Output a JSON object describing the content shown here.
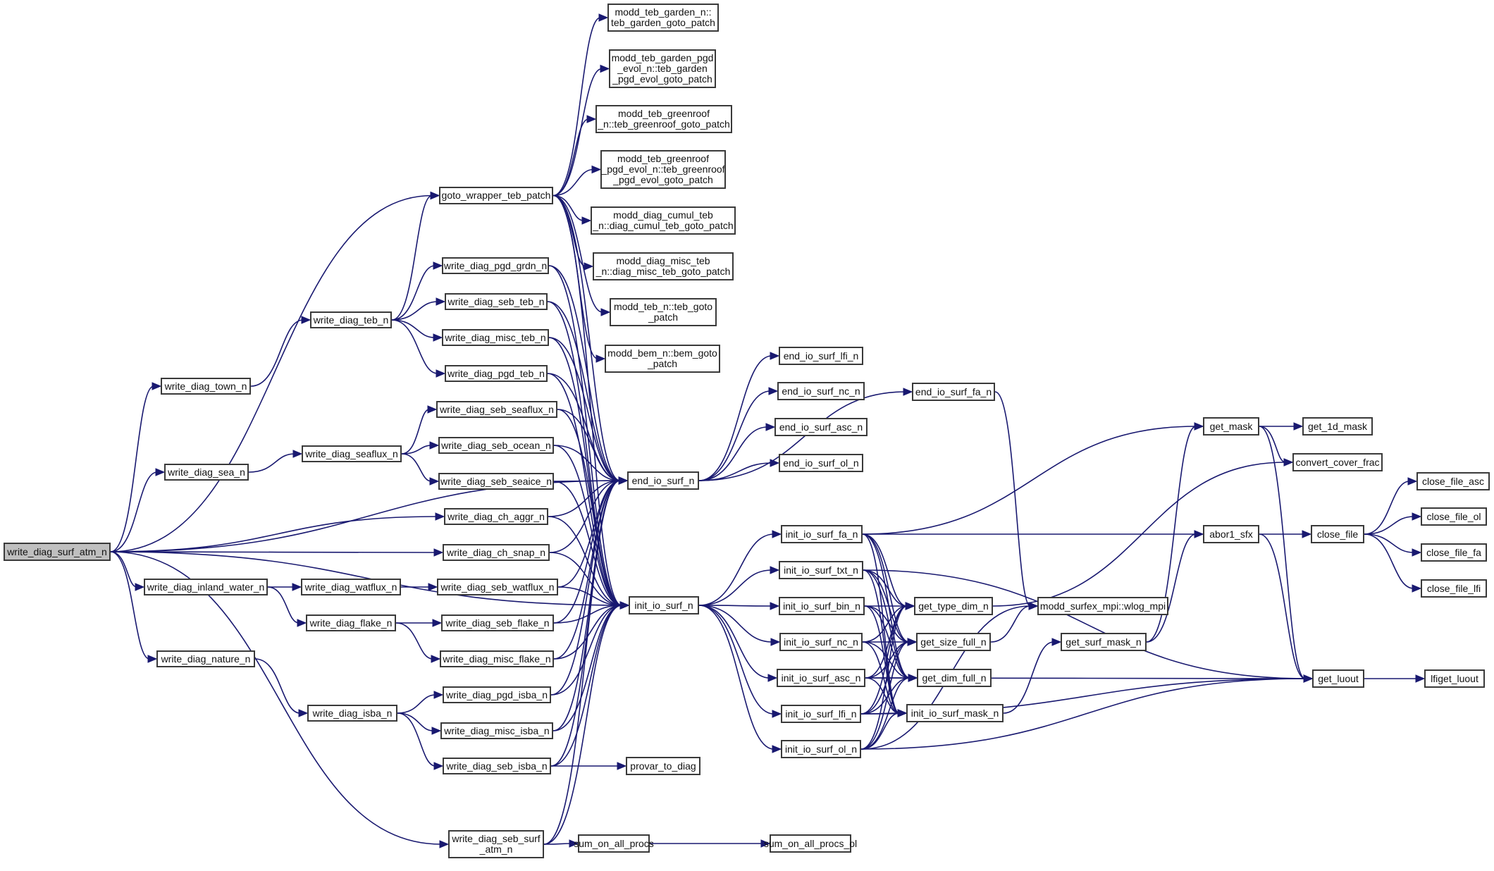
{
  "graph": {
    "title": "Call graph of write_diag_surf_atm_n",
    "edge_color": "#191970",
    "root_fill": "#bfbfbf",
    "nodes": {
      "root": "write_diag_surf_atm_n",
      "town": "write_diag_town_n",
      "sea": "write_diag_sea_n",
      "inland": "write_diag_inland_water_n",
      "nature": "write_diag_nature_n",
      "teb": "write_diag_teb_n",
      "seaflux": "write_diag_seaflux_n",
      "watflux": "write_diag_watflux_n",
      "flake": "write_diag_flake_n",
      "isba": "write_diag_isba_n",
      "goto": "goto_wrapper_teb_patch",
      "pgdgrdn": "write_diag_pgd_grdn_n",
      "sebteb": "write_diag_seb_teb_n",
      "miscteb": "write_diag_misc_teb_n",
      "pgdteb": "write_diag_pgd_teb_n",
      "sebseaflux": "write_diag_seb_seaflux_n",
      "sebocean": "write_diag_seb_ocean_n",
      "sebseaice": "write_diag_seb_seaice_n",
      "chaggr": "write_diag_ch_aggr_n",
      "chsnap": "write_diag_ch_snap_n",
      "sebwatflux": "write_diag_seb_watflux_n",
      "sebflake": "write_diag_seb_flake_n",
      "miscflake": "write_diag_misc_flake_n",
      "pgdisba": "write_diag_pgd_isba_n",
      "miscisba": "write_diag_misc_isba_n",
      "sebisba": "write_diag_seb_isba_n",
      "sebsurf": "write_diag_seb_surf\n_atm_n",
      "garden": "modd_teb_garden_n::\nteb_garden_goto_patch",
      "gardenpgd": "modd_teb_garden_pgd\n_evol_n::teb_garden\n_pgd_evol_goto_patch",
      "greenroof": "modd_teb_greenroof\n_n::teb_greenroof_goto_patch",
      "greenroofpgd": "modd_teb_greenroof\n_pgd_evol_n::teb_greenroof\n_pgd_evol_goto_patch",
      "cumul": "modd_diag_cumul_teb\n_n::diag_cumul_teb_goto_patch",
      "miscdiag": "modd_diag_misc_teb\n_n::diag_misc_teb_goto_patch",
      "tebgoto": "modd_teb_n::teb_goto\n_patch",
      "bem": "modd_bem_n::bem_goto\n_patch",
      "endio": "end_io_surf_n",
      "initio": "init_io_surf_n",
      "provar": "provar_to_diag",
      "sumall": "sum_on_all_procs",
      "sumallol": "sum_on_all_procs_ol",
      "endlfi": "end_io_surf_lfi_n",
      "endnc": "end_io_surf_nc_n",
      "endasc": "end_io_surf_asc_n",
      "endol": "end_io_surf_ol_n",
      "endfa": "end_io_surf_fa_n",
      "initfa": "init_io_surf_fa_n",
      "inittxt": "init_io_surf_txt_n",
      "initbin": "init_io_surf_bin_n",
      "initnc": "init_io_surf_nc_n",
      "initasc": "init_io_surf_asc_n",
      "initlfi": "init_io_surf_lfi_n",
      "initol": "init_io_surf_ol_n",
      "gettype": "get_type_dim_n",
      "getsize": "get_size_full_n",
      "getdim": "get_dim_full_n",
      "initmask": "init_io_surf_mask_n",
      "wlog": "modd_surfex_mpi::wlog_mpi",
      "getsurfmask": "get_surf_mask_n",
      "getmask": "get_mask",
      "get1d": "get_1d_mask",
      "convert": "convert_cover_frac",
      "abor": "abor1_sfx",
      "closefile": "close_file",
      "closeasc": "close_file_asc",
      "closeol": "close_file_ol",
      "closefa": "close_file_fa",
      "closelfi": "close_file_lfi",
      "getluout": "get_luout",
      "lfiget": "lfiget_luout"
    }
  }
}
